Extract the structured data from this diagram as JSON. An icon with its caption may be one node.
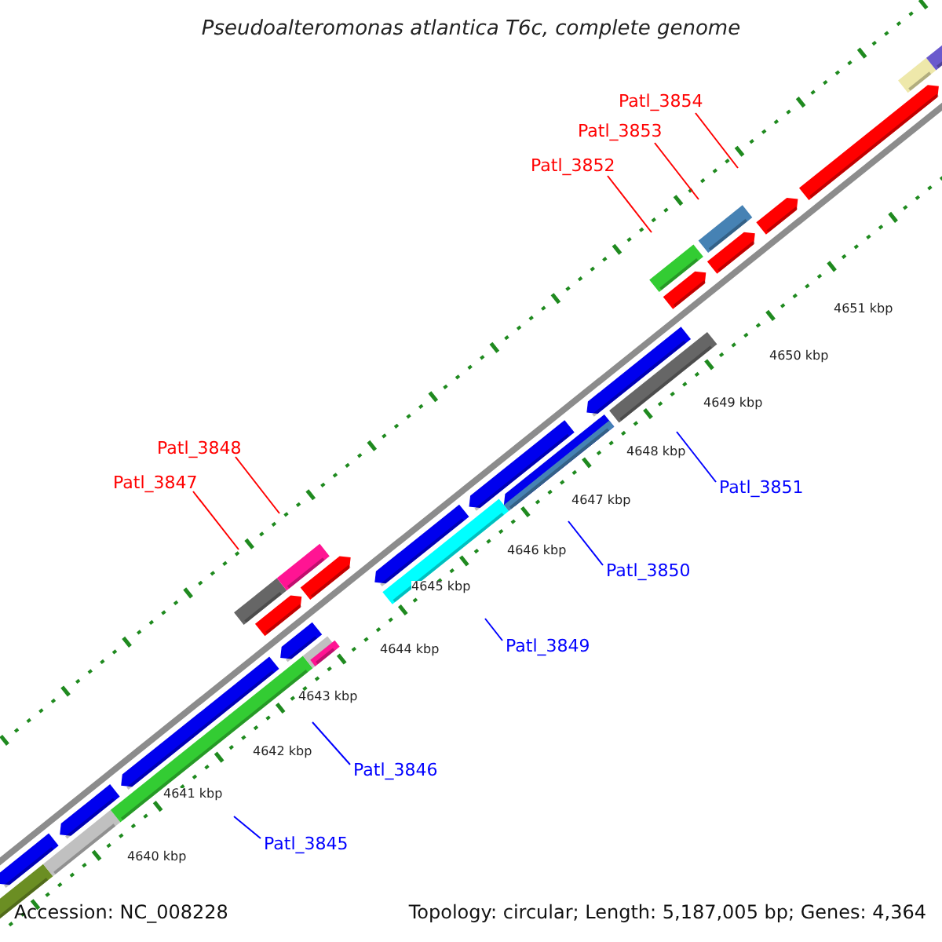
{
  "diagram": {
    "title": "Pseudoalteromonas atlantica T6c, complete genome",
    "nodes": [
      {
        "text": [
          "Patl_3854"
        ]
      },
      {
        "text": [
          "Patl_3853"
        ]
      },
      {
        "text": [
          "Patl_3852"
        ]
      },
      {
        "text": [
          "Patl_3848"
        ]
      },
      {
        "text": [
          "Patl_3847"
        ]
      },
      {
        "text": [
          "Patl_3851"
        ]
      },
      {
        "text": [
          "Patl_3850"
        ]
      },
      {
        "text": [
          "Patl_3849"
        ]
      },
      {
        "text": [
          "Patl_3846"
        ]
      },
      {
        "text": [
          "Patl_3845"
        ]
      }
    ],
    "edges": [
      {
        "from": 0,
        "to": null,
        "arrow": "none"
      },
      {
        "from": 1,
        "to": null,
        "arrow": "none"
      },
      {
        "from": 2,
        "to": null,
        "arrow": "none"
      },
      {
        "from": 3,
        "to": null,
        "arrow": "none"
      },
      {
        "from": 4,
        "to": null,
        "arrow": "none"
      },
      {
        "from": 5,
        "to": null,
        "arrow": "none",
        "color": "#0000ff"
      },
      {
        "from": 6,
        "to": null,
        "arrow": "none",
        "color": "#0000ff"
      },
      {
        "from": 7,
        "to": null,
        "arrow": "none",
        "color": "#0000ff"
      },
      {
        "from": 8,
        "to": null,
        "arrow": "none",
        "color": "#0000ff"
      },
      {
        "from": 9,
        "to": null,
        "arrow": "none",
        "color": "#0000ff"
      }
    ],
    "labels": [
      "4651 kbp",
      "4650 kbp",
      "4649 kbp",
      "4648 kbp",
      "4647 kbp",
      "4646 kbp",
      "4645 kbp",
      "4644 kbp",
      "4643 kbp",
      "4642 kbp",
      "4641 kbp",
      "4640 kbp",
      "Accession: NC_008228",
      "Topology: circular; Length: 5,187,005 bp; Genes: 4,364"
    ]
  }
}
